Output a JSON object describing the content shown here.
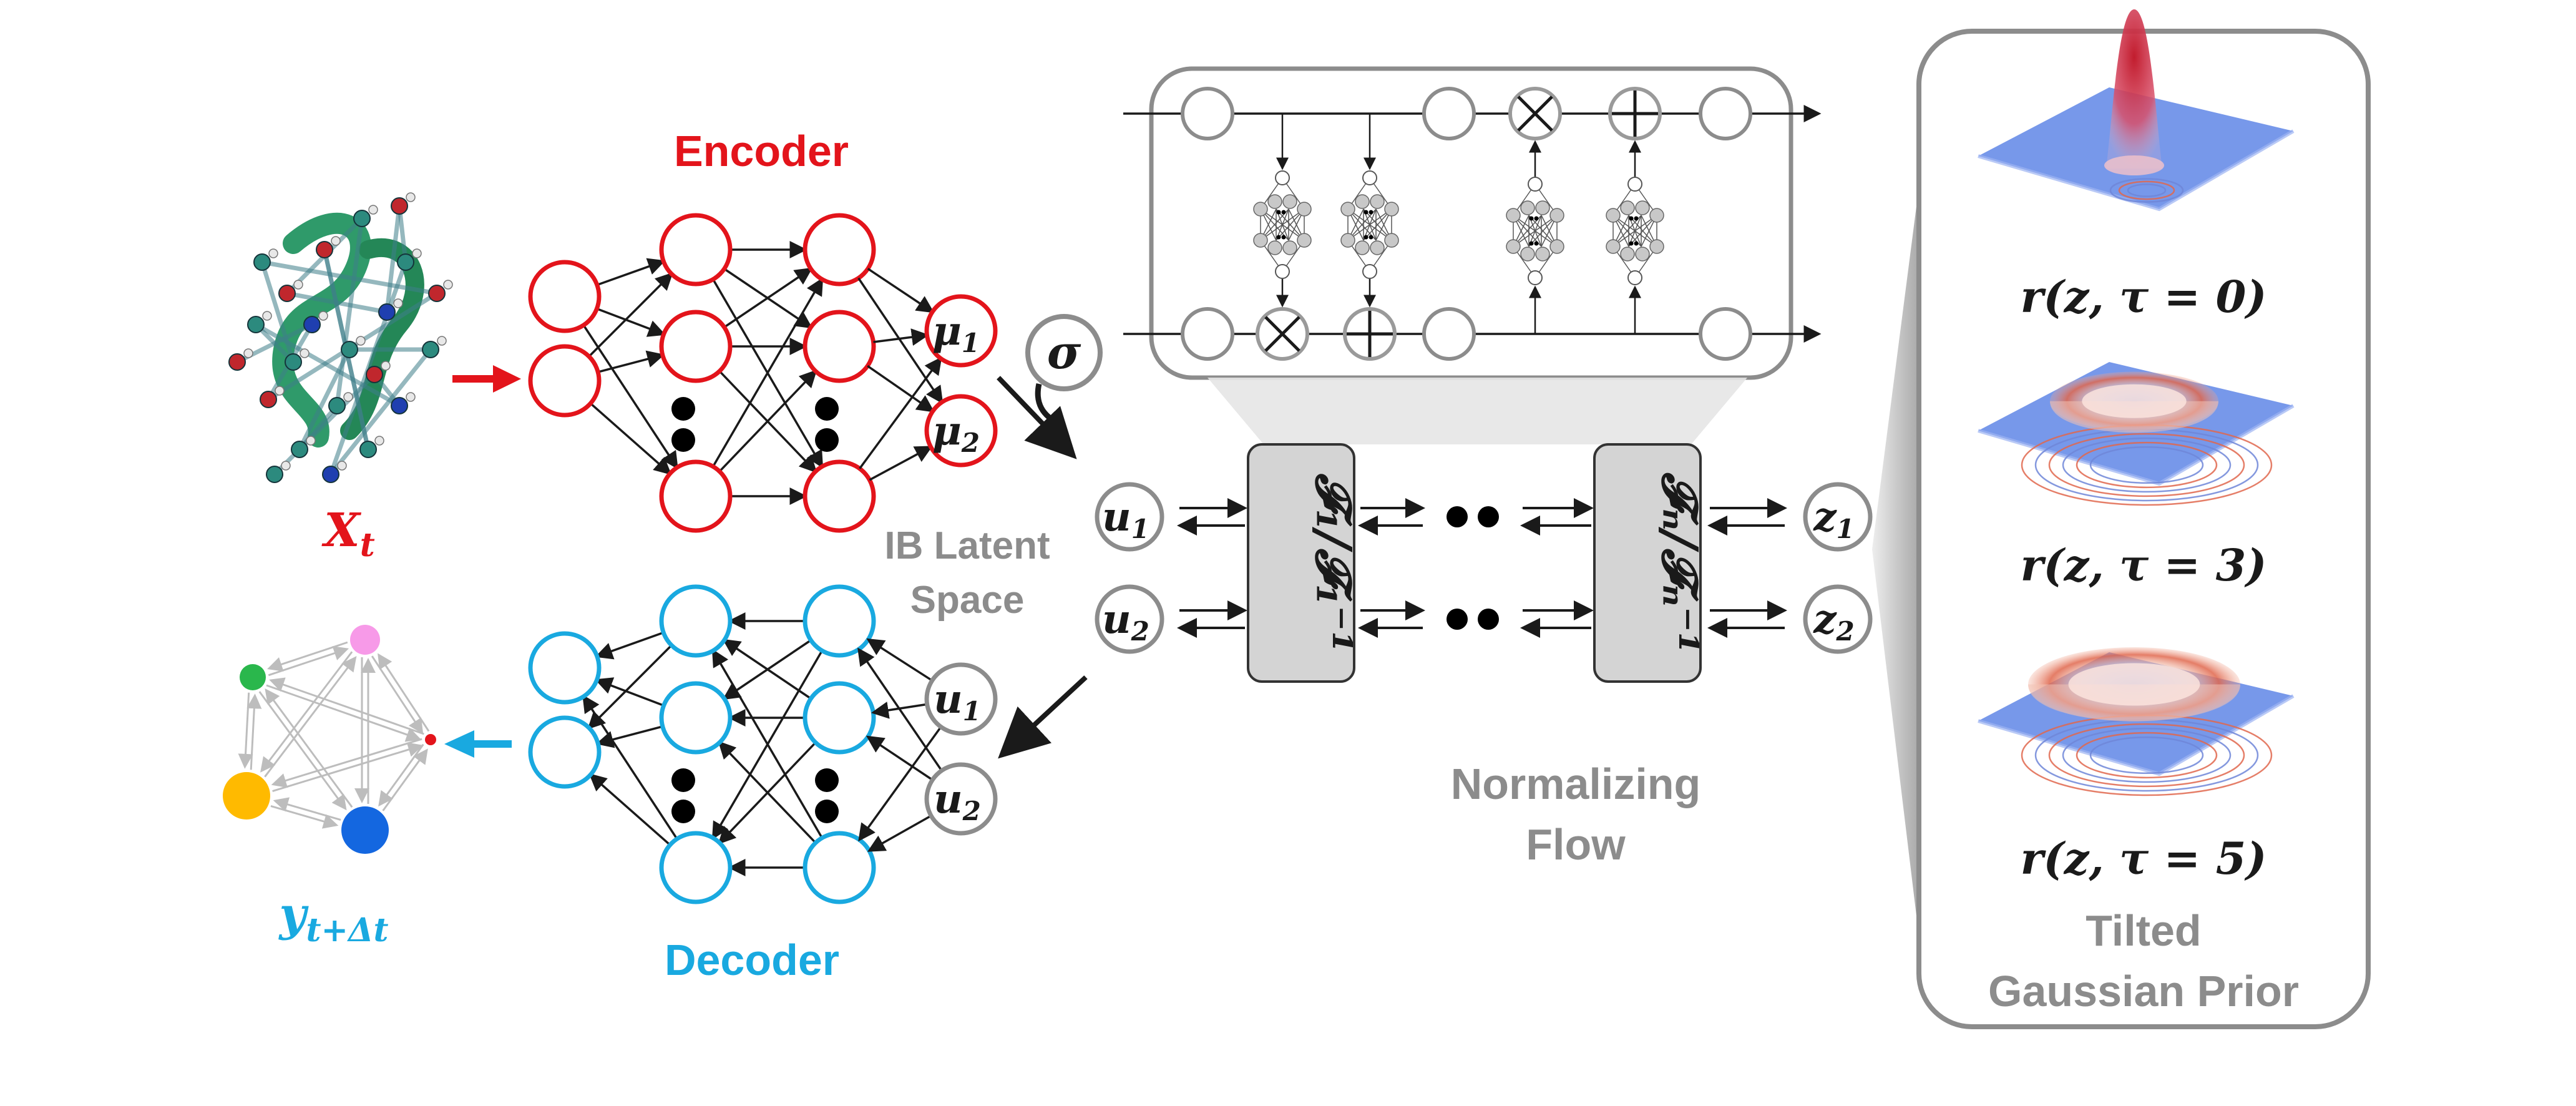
{
  "colors": {
    "encoder": "#e3141b",
    "decoder": "#19a9e0",
    "gray": "#8c8c8c",
    "dark": "#1a1a1a",
    "flowbox": "#d4d4d4",
    "plane": "#5f86e6",
    "peak": "#b5182a",
    "ring": "#e0674d"
  },
  "input": {
    "label": "X_t",
    "label_main": "X",
    "label_sub": "t"
  },
  "output": {
    "label_main": "y",
    "label_sub": "t+Δt"
  },
  "encoder": {
    "title": "Encoder"
  },
  "decoder": {
    "title": "Decoder"
  },
  "latent": {
    "title_line1": "IB Latent",
    "title_line2": "Space",
    "sigma": "σ",
    "mu1_main": "μ",
    "mu1_sub": "1",
    "mu2_main": "μ",
    "mu2_sub": "2",
    "u_main": "u",
    "z_main": "z",
    "sub1": "1",
    "sub2": "2"
  },
  "flow": {
    "title_line1": "Normalizing",
    "title_line2": "Flow",
    "block1": "𝓕₁/𝓕₁⁻¹",
    "blockn": "𝓕ₙ/𝓕ₙ⁻¹"
  },
  "prior": {
    "title_line1": "Tilted",
    "title_line2": "Gaussian Prior",
    "panels": [
      {
        "label": "r(z, τ = 0)"
      },
      {
        "label": "r(z, τ = 3)"
      },
      {
        "label": "r(z, τ = 5)"
      }
    ]
  }
}
